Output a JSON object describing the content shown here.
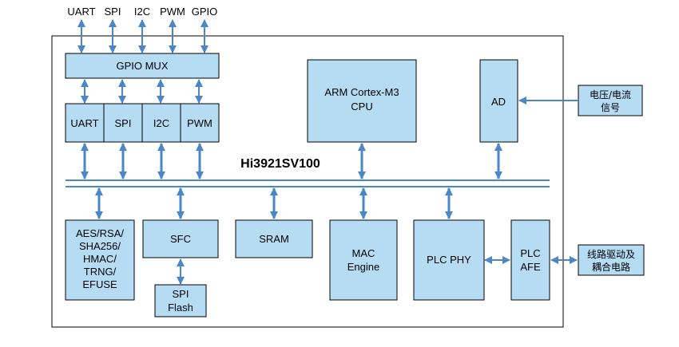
{
  "chip_name": "Hi3921SV100",
  "top_signals": [
    "UART",
    "SPI",
    "I2C",
    "PWM",
    "GPIO"
  ],
  "blocks": {
    "gpio_mux": "GPIO MUX",
    "uart": "UART",
    "spi": "SPI",
    "i2c": "I2C",
    "pwm": "PWM",
    "cpu": [
      "ARM Cortex-M3",
      "CPU"
    ],
    "ad": "AD",
    "security": [
      "AES/RSA/",
      "SHA256/",
      "HMAC/",
      "TRNG/",
      "EFUSE"
    ],
    "sfc": "SFC",
    "spi_flash": [
      "SPI",
      "Flash"
    ],
    "sram": "SRAM",
    "mac": [
      "MAC",
      "Engine"
    ],
    "plc_phy": "PLC PHY",
    "plc_afe": [
      "PLC",
      "AFE"
    ]
  },
  "external": {
    "voltage_current": [
      "电压/电流",
      "信号"
    ],
    "line_driver": [
      "线路驱动及",
      "耦合电路"
    ]
  },
  "colors": {
    "block_fill": "#b6dcf4",
    "arrow": "#4a86c8",
    "border": "#000000"
  },
  "icons": [
    "bidirectional-arrow-icon",
    "arrow-icon"
  ]
}
